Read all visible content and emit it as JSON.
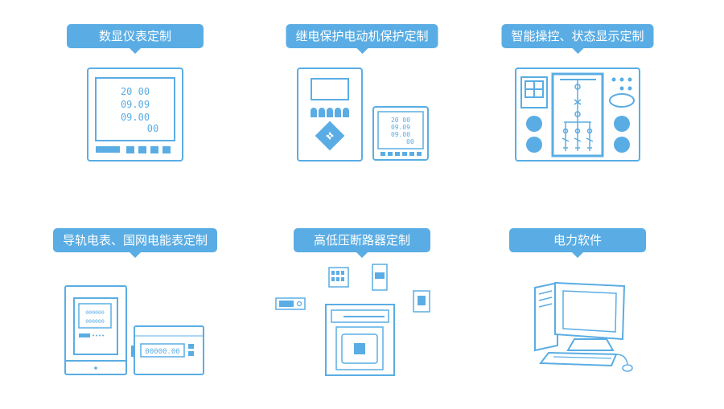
{
  "items": [
    {
      "label": "数显仪表定制",
      "icon": "digital-meter-icon",
      "display_lines": [
        "20 00",
        "09.09",
        "09.00",
        "00"
      ]
    },
    {
      "label": "继电保护电动机保护定制",
      "icon": "relay-protection-icon",
      "display_lines": [
        "20 00",
        "09.09",
        "09.00",
        "00"
      ]
    },
    {
      "label": "智能操控、状态显示定制",
      "icon": "smart-control-panel-icon"
    },
    {
      "label": "导轨电表、国网电能表定制",
      "icon": "energy-meter-icon",
      "display_lines": [
        "000000",
        "000000"
      ],
      "counter": "00000.00"
    },
    {
      "label": "高低压断路器定制",
      "icon": "circuit-breaker-icon"
    },
    {
      "label": "电力软件",
      "icon": "computer-icon"
    }
  ],
  "colors": {
    "accent": "#5aade4",
    "line": "#5aade4"
  }
}
